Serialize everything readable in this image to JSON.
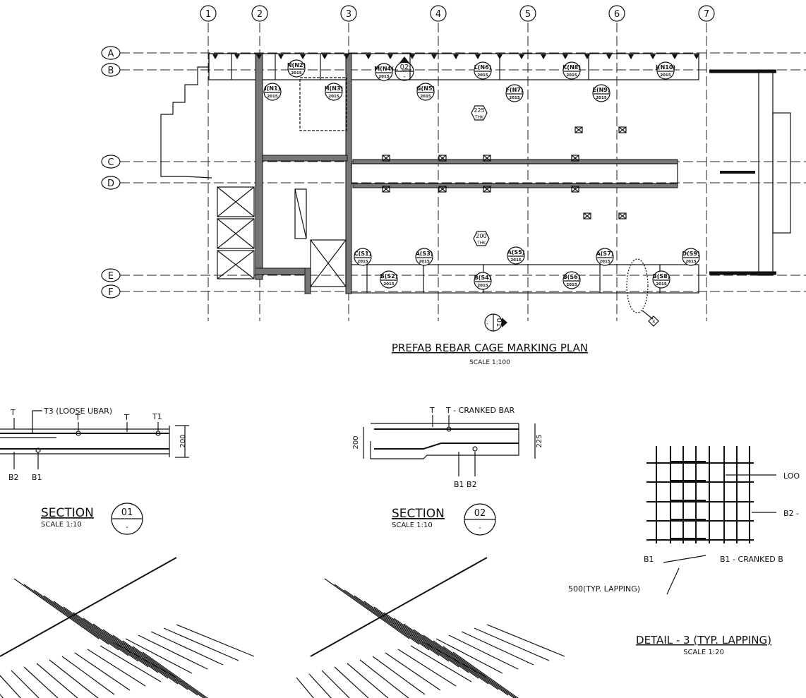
{
  "plan": {
    "title": "PREFAB REBAR CAGE MARKING PLAN",
    "scale": "SCALE  1:100",
    "grid_columns": [
      "1",
      "2",
      "3",
      "4",
      "5",
      "6",
      "7"
    ],
    "grid_rows": [
      "A",
      "B",
      "C",
      "D",
      "E",
      "F"
    ],
    "thickness_top": {
      "value": "225",
      "unit": "THK"
    },
    "thickness_bottom": {
      "value": "200",
      "unit": "THK"
    },
    "section_marker_top": {
      "num": "02",
      "sheet": "-"
    },
    "section_marker_bottom": {
      "num": "01",
      "sheet": "-"
    },
    "detail_callout": "3",
    "tags": [
      {
        "id": "N(N2)",
        "year": "2015"
      },
      {
        "id": "M(N4)",
        "year": "2015"
      },
      {
        "id": "L(N6)",
        "year": "2015"
      },
      {
        "id": "K(N8)",
        "year": "2015"
      },
      {
        "id": "J(N10)",
        "year": "2015"
      },
      {
        "id": "I(N1)",
        "year": "2015"
      },
      {
        "id": "H(N3)",
        "year": "2015"
      },
      {
        "id": "G(N5)",
        "year": "2015"
      },
      {
        "id": "F(N7)",
        "year": "2015"
      },
      {
        "id": "E(N9)",
        "year": "2015"
      },
      {
        "id": "C(S1)",
        "year": "2015"
      },
      {
        "id": "A(S3)",
        "year": "2015"
      },
      {
        "id": "A(S5)",
        "year": "2015"
      },
      {
        "id": "A(S7)",
        "year": "2015"
      },
      {
        "id": "D(S9)",
        "year": "2015"
      },
      {
        "id": "B(S2)",
        "year": "2015"
      },
      {
        "id": "B(S4)",
        "year": "2015"
      },
      {
        "id": "B(S6)",
        "year": "2015"
      },
      {
        "id": "B(S8)",
        "year": "2015"
      }
    ]
  },
  "section01": {
    "title": "SECTION",
    "scale": "SCALE 1:10",
    "num": "01",
    "sheet": "-",
    "labels": {
      "t3": "T3 (LOOSE UBAR)",
      "t_a": "T",
      "t_b": "T",
      "t_c": "T",
      "t1": "T1",
      "b2": "B2",
      "b1": "B1",
      "dim": "200"
    }
  },
  "section02": {
    "title": "SECTION",
    "scale": "SCALE 1:10",
    "num": "02",
    "sheet": "-",
    "labels": {
      "t": "T",
      "cranked": "T - CRANKED BAR",
      "b1b2": "B1  B2",
      "dim_left": "200",
      "dim_right": "225"
    }
  },
  "detail3": {
    "title": "DETAIL - 3 (TYP. LAPPING)",
    "scale": "SCALE  1:20",
    "labels": {
      "loose": "LOO",
      "b2": "B2 -",
      "b1": "B1",
      "b1_cranked": "B1 - CRANKED B",
      "lap": "500(TYP.  LAPPING)"
    }
  }
}
